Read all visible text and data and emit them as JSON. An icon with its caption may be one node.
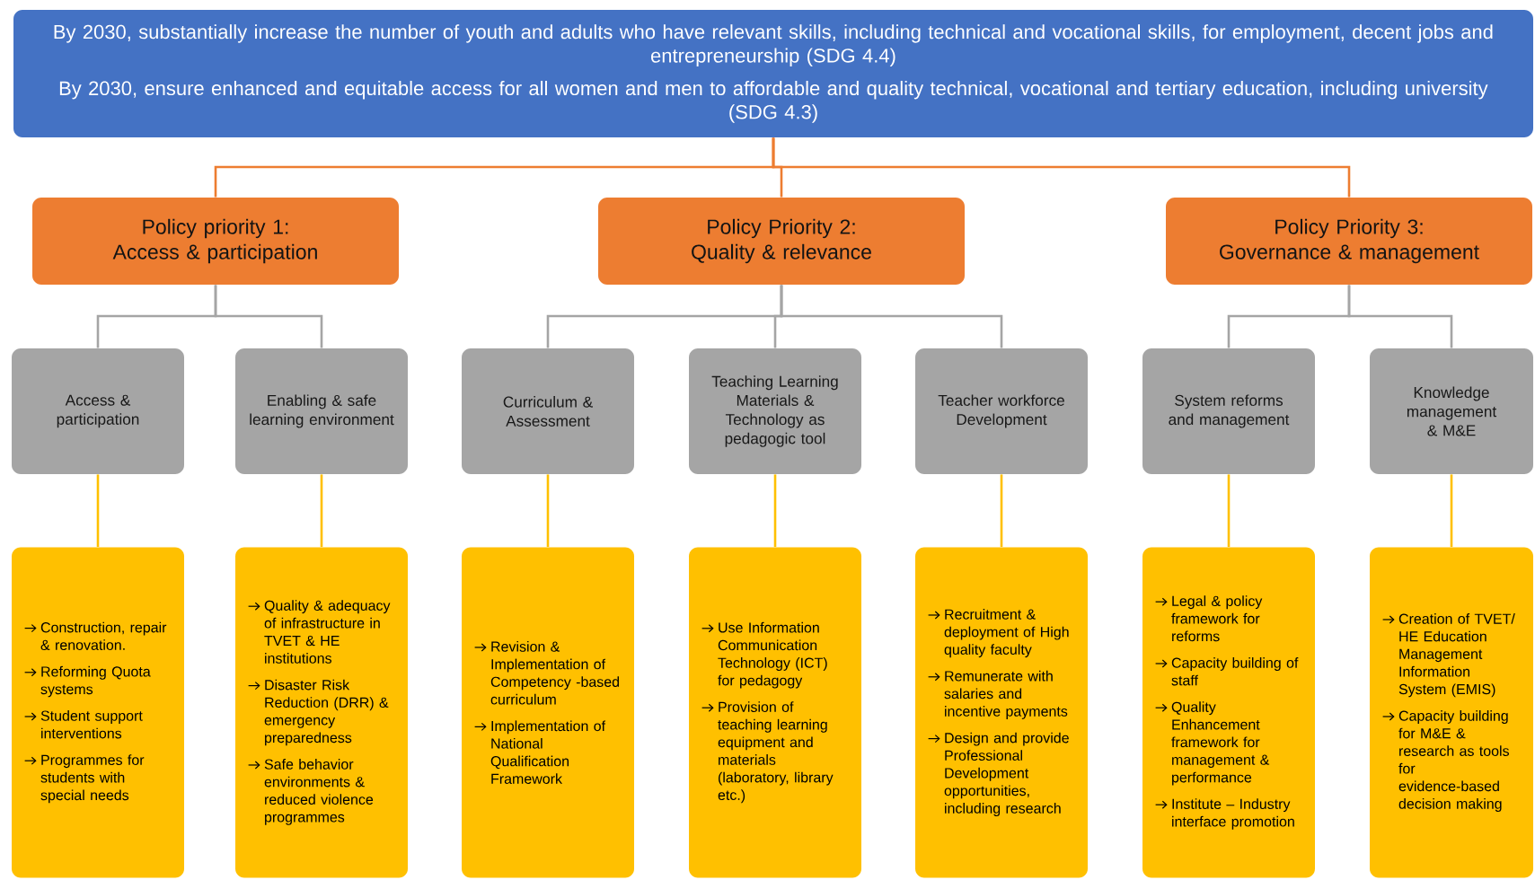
{
  "diagram": {
    "nodes": [
      {
        "text": [
          "By 2030, substantially increase the number of youth and adults who have relevant skills, including technical and vocational skills, for employment, decent jobs and entrepreneurship  (SDG 4.4)",
          "By 2030, ensure enhanced and equitable access for all women and men to affordable and quality technical, vocational and tertiary education, including university (SDG 4.3)"
        ]
      },
      {
        "text": [
          "Policy priority 1: Access & participation"
        ]
      },
      {
        "text": [
          "Policy Priority 2: Quality & relevance"
        ]
      },
      {
        "text": [
          "Policy Priority 3: Governance & management"
        ]
      },
      {
        "text": [
          "Access & participation"
        ]
      },
      {
        "text": [
          "Enabling & safe learning environment"
        ]
      },
      {
        "text": [
          "Curriculum & Assessment"
        ]
      },
      {
        "text": [
          "Teaching Learning Materials & Technology as pedagogic tool"
        ]
      },
      {
        "text": [
          "Teacher workforce Development"
        ]
      },
      {
        "text": [
          "System reforms and management"
        ]
      },
      {
        "text": [
          "Knowledge management & M&E"
        ]
      },
      {
        "text": [
          "Construction, repair & renovation.",
          "Reforming Quota systems",
          "Student support interventions",
          "Programmes for students with special needs"
        ]
      },
      {
        "text": [
          "Quality & adequacy of infrastructure in TVET & HE institutions",
          "Disaster Risk Reduction (DRR) & emergency preparedness",
          "Safe behavior environments & reduced violence programmes"
        ]
      },
      {
        "text": [
          "Revision & Implementation of Competency -based curriculum",
          "Implementation of National Qualification Framework"
        ]
      },
      {
        "text": [
          "Use Information Communication Technology (ICT) for pedagogy",
          "Provision of teaching learning equipment and materials (laboratory, library etc.)"
        ]
      },
      {
        "text": [
          "Recruitment & deployment of High quality faculty",
          "Remunerate with salaries and incentive payments",
          "Design and provide Professional Development opportunities, including research"
        ]
      },
      {
        "text": [
          "Legal & policy framework for reforms",
          "Capacity building of staff",
          "Quality Enhancement framework for management & performance",
          "Institute – Industry interface promotion"
        ]
      },
      {
        "text": [
          "Creation of TVET/ HE Education Management Information System (EMIS)",
          "Capacity building for M&E & research as tools for evidence-based decision making"
        ]
      }
    ],
    "edges": [
      {
        "from": 0,
        "to": 1,
        "arrow": "none",
        "color": "#ed7d31"
      },
      {
        "from": 0,
        "to": 2,
        "arrow": "none",
        "color": "#ed7d31"
      },
      {
        "from": 0,
        "to": 3,
        "arrow": "none",
        "color": "#ed7d31"
      },
      {
        "from": 1,
        "to": 4,
        "arrow": "none"
      },
      {
        "from": 1,
        "to": 5,
        "arrow": "none"
      },
      {
        "from": 2,
        "to": 6,
        "arrow": "none"
      },
      {
        "from": 2,
        "to": 7,
        "arrow": "none"
      },
      {
        "from": 2,
        "to": 8,
        "arrow": "none"
      },
      {
        "from": 3,
        "to": 9,
        "arrow": "none"
      },
      {
        "from": 3,
        "to": 10,
        "arrow": "none"
      },
      {
        "from": 4,
        "to": 11,
        "arrow": "none",
        "color": "#ffc000"
      },
      {
        "from": 5,
        "to": 12,
        "arrow": "none",
        "color": "#ffc000"
      },
      {
        "from": 6,
        "to": 13,
        "arrow": "none",
        "color": "#ffc000"
      },
      {
        "from": 7,
        "to": 14,
        "arrow": "none",
        "color": "#ffc000"
      },
      {
        "from": 8,
        "to": 15,
        "arrow": "none",
        "color": "#ffc000"
      },
      {
        "from": 9,
        "to": 16,
        "arrow": "none",
        "color": "#ffc000"
      },
      {
        "from": 10,
        "to": 17,
        "arrow": "none",
        "color": "#ffc000"
      }
    ]
  }
}
